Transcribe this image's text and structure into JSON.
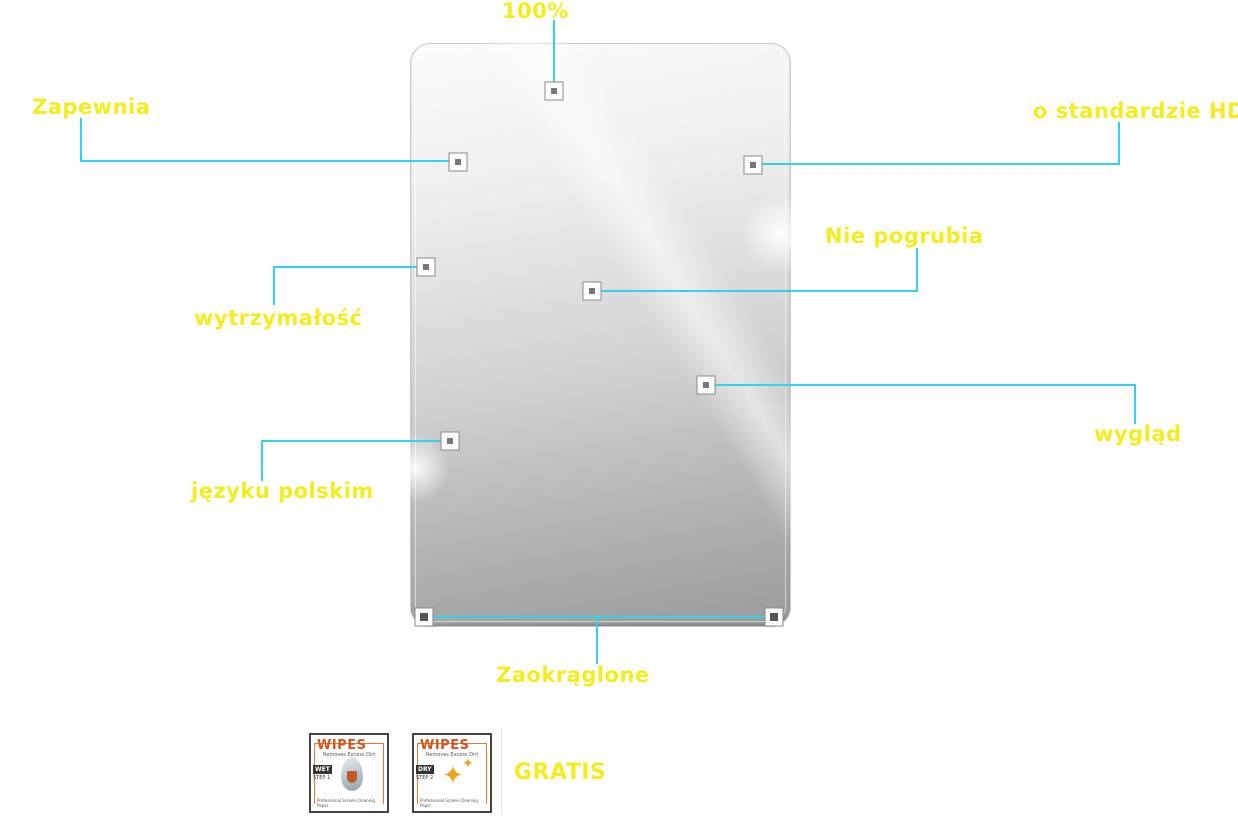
{
  "labels": {
    "percent": "100%",
    "zapewnia": "Zapewnia",
    "standard_hd": "o standardzie HD",
    "nie_pogrubia": "Nie pogrubia",
    "wytrzymalosc": "wytrzymałość",
    "wyglad": "wygląd",
    "jezyku_polskim": "języku polskim",
    "zaokraglone": "Zaokrąglone",
    "gratis": "GRATIS"
  },
  "wipes": [
    {
      "title": "WIPES",
      "subtitle": "Removes Excess Dirt",
      "type": "WET",
      "step": "STEP 1",
      "footer": "Professional Screen Cleaning Paper",
      "icon": "water-drop-shield-icon"
    },
    {
      "title": "WIPES",
      "subtitle": "Removes Excess Dirt",
      "type": "DRY",
      "step": "STEP 2",
      "footer": "Professional Screen Cleaning Paper",
      "icon": "sparkle-icon"
    }
  ],
  "colors": {
    "label": "#f4ec1c",
    "callout_line": "#2fd4e8",
    "wipe_accent": "#d8541c"
  }
}
